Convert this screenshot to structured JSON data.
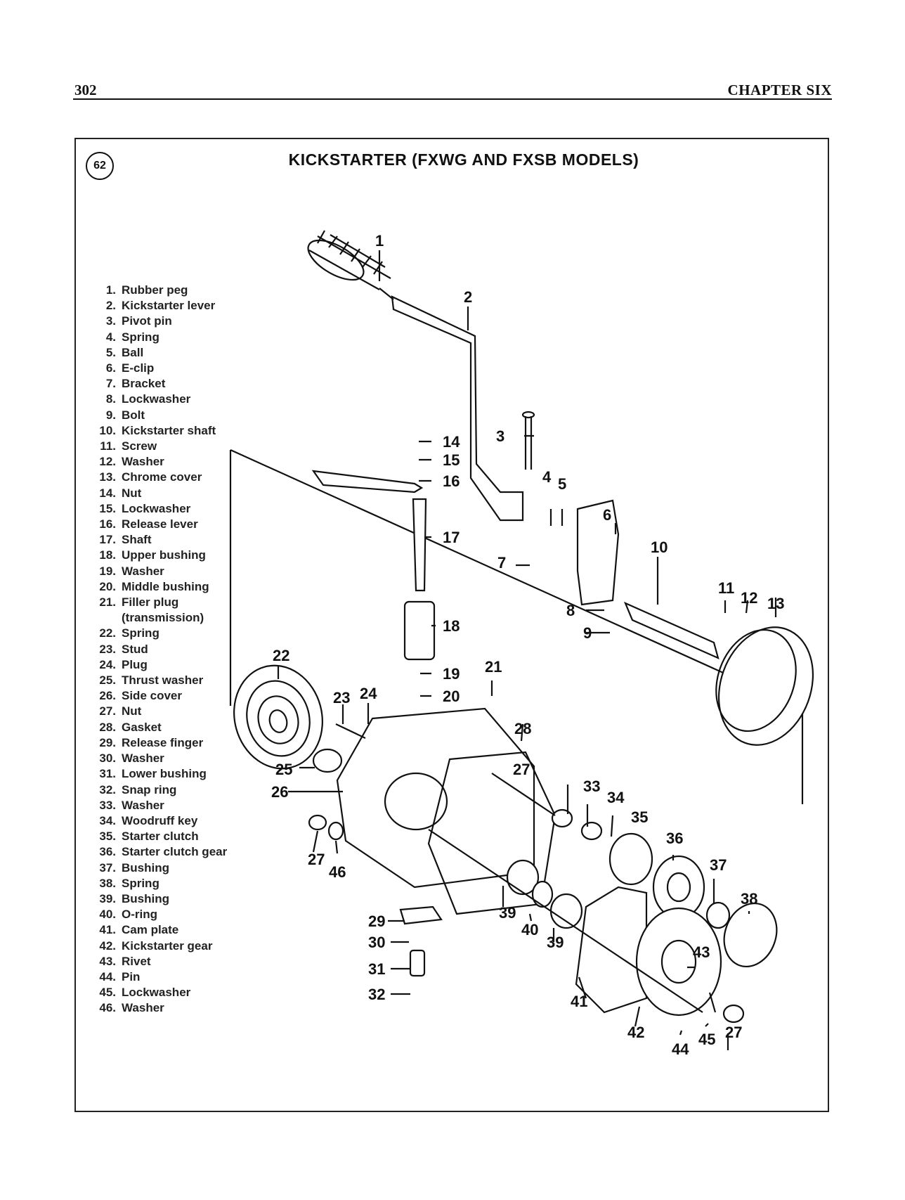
{
  "header": {
    "page_number": "302",
    "chapter": "CHAPTER SIX"
  },
  "figure": {
    "number": "62",
    "title": "KICKSTARTER (FXWG AND FXSB MODELS)",
    "legend": [
      {
        "num": "1.",
        "label": "Rubber peg"
      },
      {
        "num": "2.",
        "label": "Kickstarter lever"
      },
      {
        "num": "3.",
        "label": "Pivot pin"
      },
      {
        "num": "4.",
        "label": "Spring"
      },
      {
        "num": "5.",
        "label": "Ball"
      },
      {
        "num": "6.",
        "label": "E-clip"
      },
      {
        "num": "7.",
        "label": "Bracket"
      },
      {
        "num": "8.",
        "label": "Lockwasher"
      },
      {
        "num": "9.",
        "label": "Bolt"
      },
      {
        "num": "10.",
        "label": "Kickstarter shaft"
      },
      {
        "num": "11.",
        "label": "Screw"
      },
      {
        "num": "12.",
        "label": "Washer"
      },
      {
        "num": "13.",
        "label": "Chrome cover"
      },
      {
        "num": "14.",
        "label": "Nut"
      },
      {
        "num": "15.",
        "label": "Lockwasher"
      },
      {
        "num": "16.",
        "label": "Release lever"
      },
      {
        "num": "17.",
        "label": "Shaft"
      },
      {
        "num": "18.",
        "label": "Upper bushing"
      },
      {
        "num": "19.",
        "label": "Washer"
      },
      {
        "num": "20.",
        "label": "Middle bushing"
      },
      {
        "num": "21.",
        "label": "Filler plug"
      },
      {
        "num": "",
        "label": "(transmission)"
      },
      {
        "num": "22.",
        "label": "Spring"
      },
      {
        "num": "23.",
        "label": "Stud"
      },
      {
        "num": "24.",
        "label": "Plug"
      },
      {
        "num": "25.",
        "label": "Thrust washer"
      },
      {
        "num": "26.",
        "label": "Side cover"
      },
      {
        "num": "27.",
        "label": "Nut"
      },
      {
        "num": "28.",
        "label": "Gasket"
      },
      {
        "num": "29.",
        "label": "Release finger"
      },
      {
        "num": "30.",
        "label": "Washer"
      },
      {
        "num": "31.",
        "label": "Lower bushing"
      },
      {
        "num": "32.",
        "label": "Snap ring"
      },
      {
        "num": "33.",
        "label": "Washer"
      },
      {
        "num": "34.",
        "label": "Woodruff key"
      },
      {
        "num": "35.",
        "label": "Starter clutch"
      },
      {
        "num": "36.",
        "label": "Starter clutch gear"
      },
      {
        "num": "37.",
        "label": "Bushing"
      },
      {
        "num": "38.",
        "label": "Spring"
      },
      {
        "num": "39.",
        "label": "Bushing"
      },
      {
        "num": "40.",
        "label": "O-ring"
      },
      {
        "num": "41.",
        "label": "Cam plate"
      },
      {
        "num": "42.",
        "label": "Kickstarter gear"
      },
      {
        "num": "43.",
        "label": "Rivet"
      },
      {
        "num": "44.",
        "label": "Pin"
      },
      {
        "num": "45.",
        "label": "Lockwasher"
      },
      {
        "num": "46.",
        "label": "Washer"
      }
    ],
    "callouts": [
      {
        "id": "1"
      },
      {
        "id": "2"
      },
      {
        "id": "3"
      },
      {
        "id": "4"
      },
      {
        "id": "5"
      },
      {
        "id": "6"
      },
      {
        "id": "7"
      },
      {
        "id": "8"
      },
      {
        "id": "9"
      },
      {
        "id": "10"
      },
      {
        "id": "11"
      },
      {
        "id": "12"
      },
      {
        "id": "13"
      },
      {
        "id": "14"
      },
      {
        "id": "15"
      },
      {
        "id": "16"
      },
      {
        "id": "17"
      },
      {
        "id": "18"
      },
      {
        "id": "19"
      },
      {
        "id": "20"
      },
      {
        "id": "21"
      },
      {
        "id": "22"
      },
      {
        "id": "23"
      },
      {
        "id": "24"
      },
      {
        "id": "25"
      },
      {
        "id": "26"
      },
      {
        "id": "27"
      },
      {
        "id": "27"
      },
      {
        "id": "27"
      },
      {
        "id": "28"
      },
      {
        "id": "29"
      },
      {
        "id": "30"
      },
      {
        "id": "31"
      },
      {
        "id": "32"
      },
      {
        "id": "33"
      },
      {
        "id": "34"
      },
      {
        "id": "35"
      },
      {
        "id": "36"
      },
      {
        "id": "37"
      },
      {
        "id": "38"
      },
      {
        "id": "39"
      },
      {
        "id": "39"
      },
      {
        "id": "40"
      },
      {
        "id": "41"
      },
      {
        "id": "42"
      },
      {
        "id": "43"
      },
      {
        "id": "44"
      },
      {
        "id": "45"
      },
      {
        "id": "46"
      }
    ]
  }
}
